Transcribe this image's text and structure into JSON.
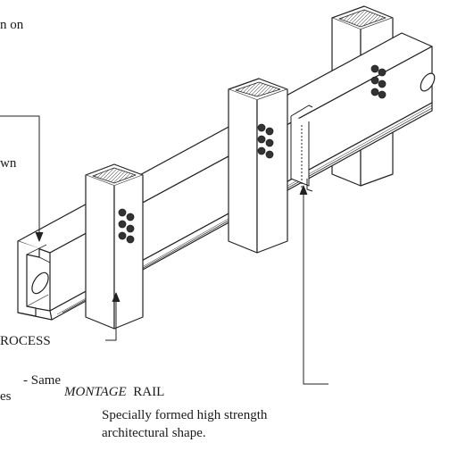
{
  "labels": {
    "top_left_fragment": "n on",
    "mid_left_fragment": "wn",
    "process_fragment": "ROCESS",
    "same_fragment": "- Same",
    "es_fragment": "es",
    "rail_name": "MONTAGE",
    "rail_word": "RAIL",
    "rail_desc_line1": "Specially formed high strength",
    "rail_desc_line2": "architectural shape."
  }
}
